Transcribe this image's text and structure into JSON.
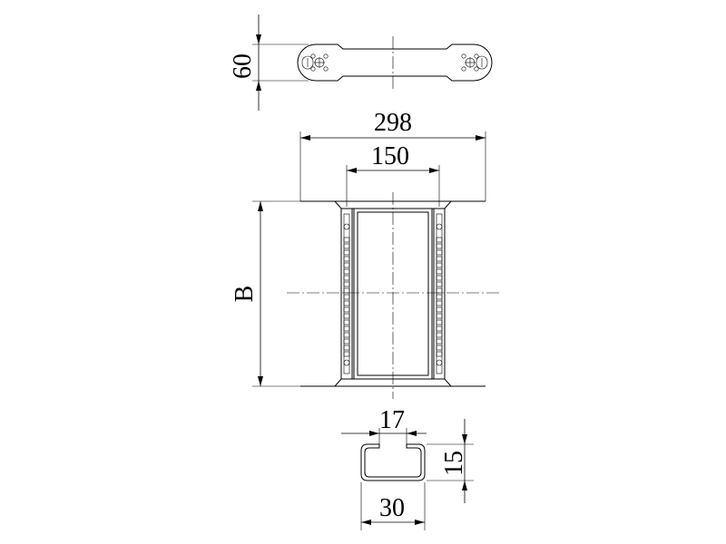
{
  "dimensions": {
    "top_height": "60",
    "overall_width": "298",
    "inner_width": "150",
    "length": "B",
    "profile_top": "17",
    "profile_height": "15",
    "profile_width": "30"
  },
  "colors": {
    "line": "#000000",
    "background": "#ffffff"
  }
}
